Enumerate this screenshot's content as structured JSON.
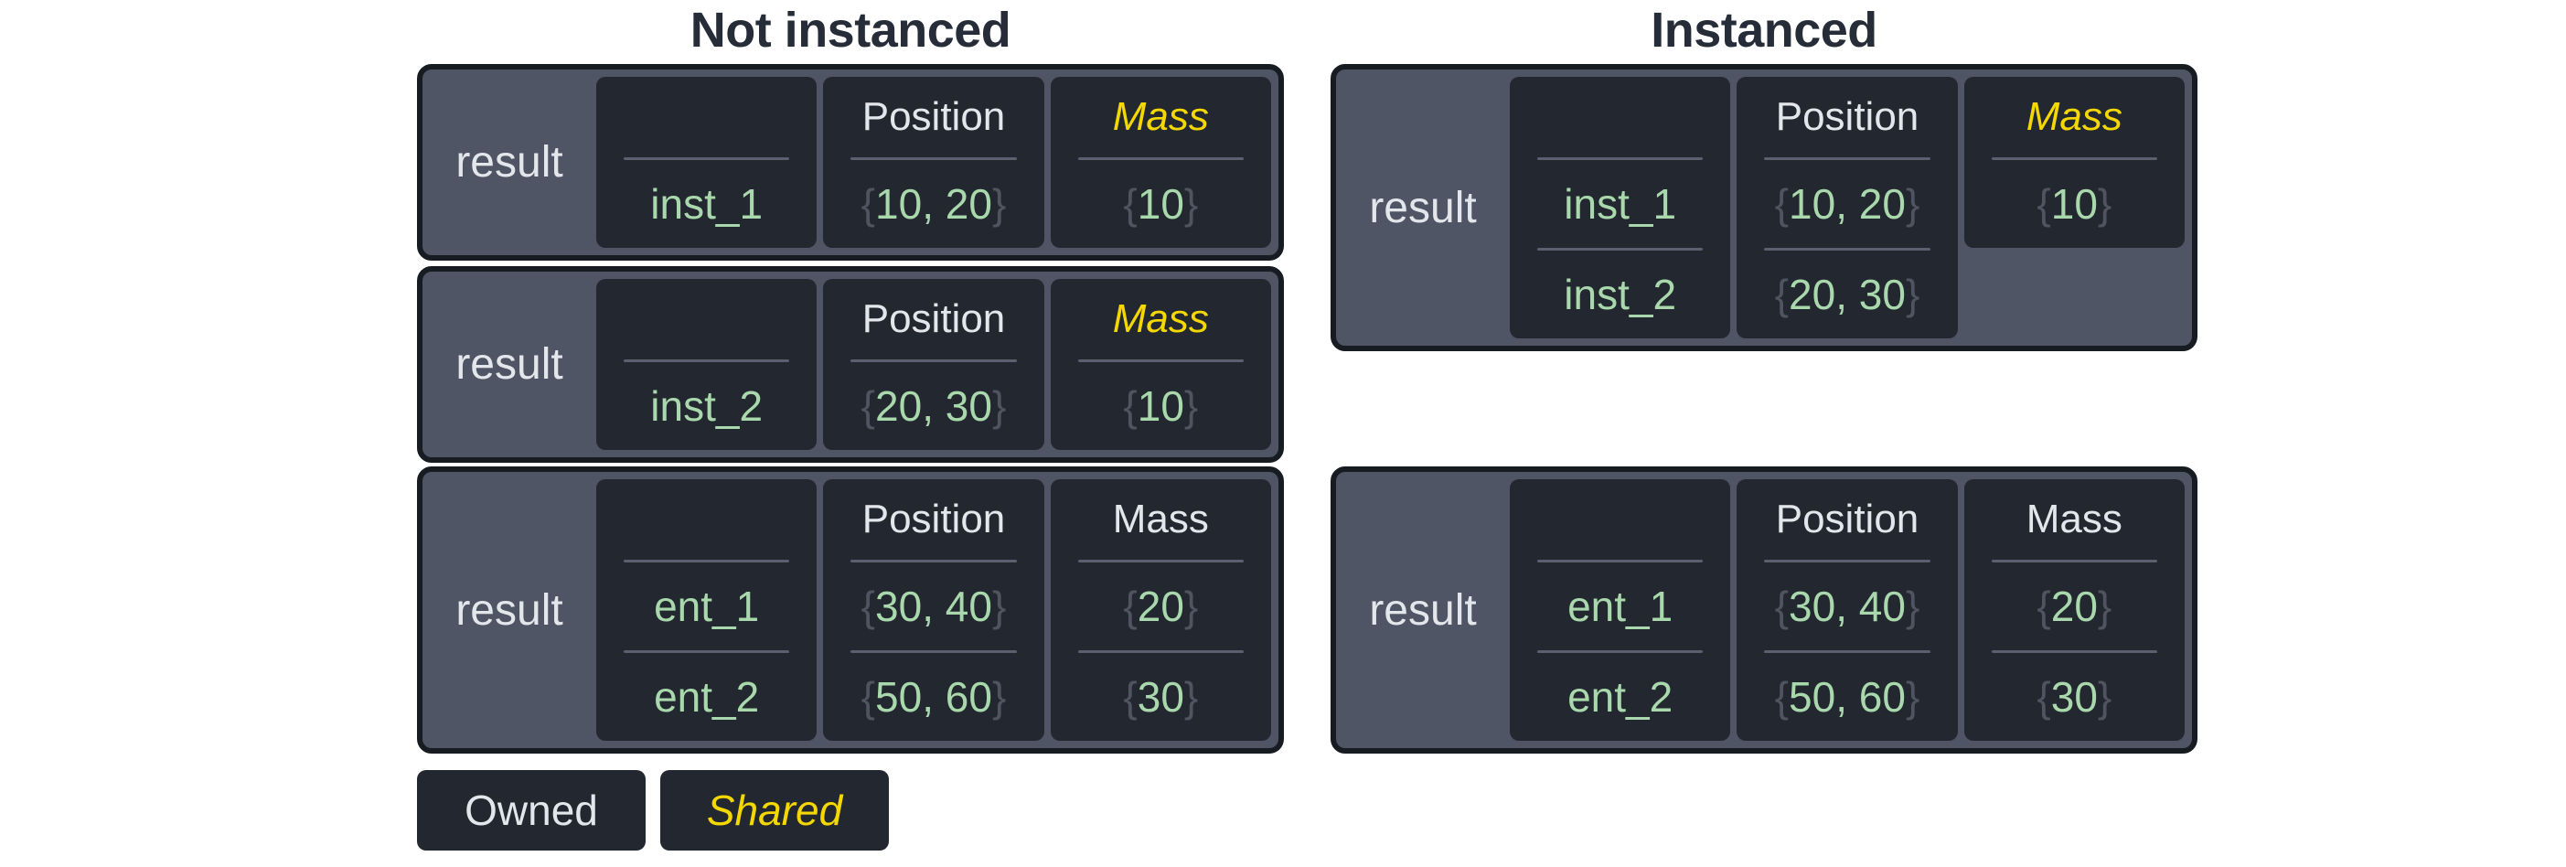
{
  "left": {
    "title": "Not instanced",
    "tables": [
      {
        "result_label": "result",
        "columns": [
          {
            "header": "",
            "cells": [
              {
                "text": "inst_1"
              }
            ]
          },
          {
            "header": "Position",
            "cells": [
              {
                "text": "10, 20"
              }
            ]
          },
          {
            "header": "Mass",
            "style": "shared",
            "cells": [
              {
                "text": "10"
              }
            ]
          }
        ]
      },
      {
        "result_label": "result",
        "columns": [
          {
            "header": "",
            "cells": [
              {
                "text": "inst_2"
              }
            ]
          },
          {
            "header": "Position",
            "cells": [
              {
                "text": "20, 30"
              }
            ]
          },
          {
            "header": "Mass",
            "style": "shared",
            "cells": [
              {
                "text": "10"
              }
            ]
          }
        ]
      },
      {
        "result_label": "result",
        "columns": [
          {
            "header": "",
            "cells": [
              {
                "text": "ent_1"
              },
              {
                "text": "ent_2"
              }
            ]
          },
          {
            "header": "Position",
            "cells": [
              {
                "text": "30, 40"
              },
              {
                "text": "50, 60"
              }
            ]
          },
          {
            "header": "Mass",
            "style": "owned",
            "cells": [
              {
                "text": "20"
              },
              {
                "text": "30"
              }
            ]
          }
        ]
      }
    ]
  },
  "right": {
    "title": "Instanced",
    "tables": [
      {
        "result_label": "result",
        "columns": [
          {
            "header": "",
            "cells": [
              {
                "text": "inst_1"
              },
              {
                "text": "inst_2"
              }
            ]
          },
          {
            "header": "Position",
            "cells": [
              {
                "text": "10, 20"
              },
              {
                "text": "20, 30"
              }
            ]
          },
          {
            "header": "Mass",
            "style": "shared",
            "cells": [
              {
                "text": "10"
              }
            ]
          }
        ]
      },
      {
        "result_label": "result",
        "columns": [
          {
            "header": "",
            "cells": [
              {
                "text": "ent_1"
              },
              {
                "text": "ent_2"
              }
            ]
          },
          {
            "header": "Position",
            "cells": [
              {
                "text": "30, 40"
              },
              {
                "text": "50, 60"
              }
            ]
          },
          {
            "header": "Mass",
            "style": "owned",
            "cells": [
              {
                "text": "20"
              },
              {
                "text": "30"
              }
            ]
          }
        ]
      }
    ]
  },
  "legend": {
    "owned": "Owned",
    "shared": "Shared"
  },
  "syntax": {
    "open_brace": "{",
    "close_brace": "}"
  },
  "colors": {
    "table_bg": "#4f5564",
    "table_border": "#171b22",
    "cell_bg": "#23272f",
    "divider": "#5a6070",
    "header_text": "#e3e6eb",
    "value_green": "#a9d8ad",
    "brace_gray": "#4e5460",
    "shared_yellow": "#f5d800",
    "title_text": "#262c38"
  }
}
